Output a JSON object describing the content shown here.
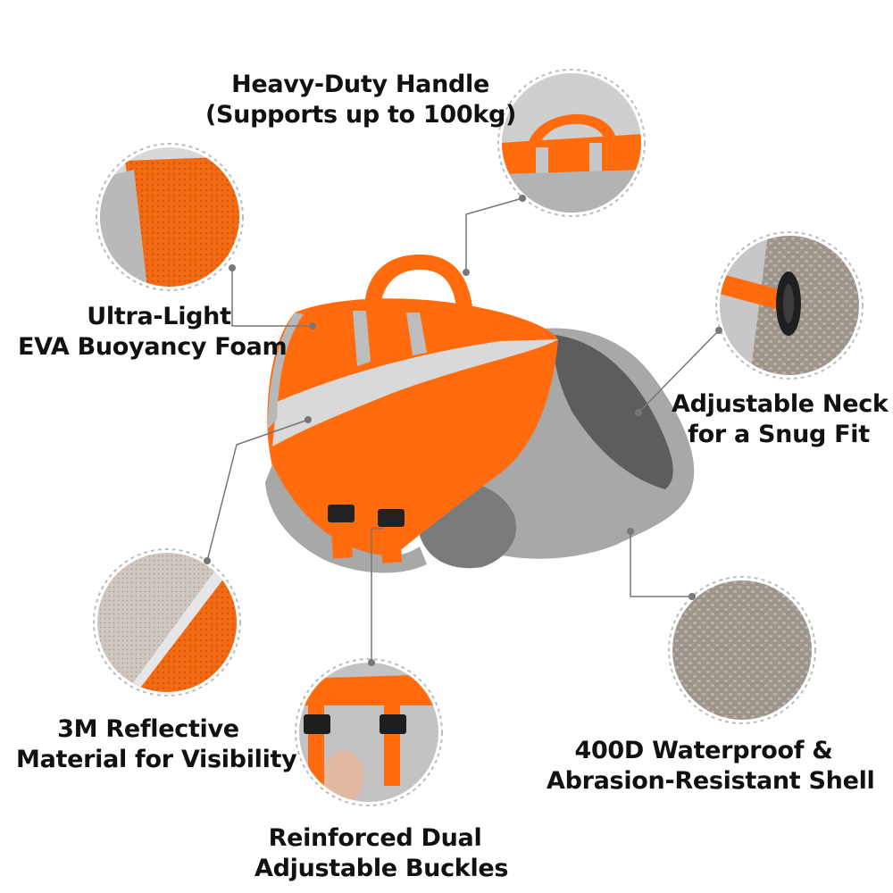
{
  "features": {
    "handle": {
      "line1": "Heavy-Duty Handle",
      "line2": "(Supports up to 100kg)"
    },
    "foam": {
      "line1": "Ultra-Light",
      "line2": "EVA Buoyancy Foam"
    },
    "neck": {
      "line1": "Adjustable Neck",
      "line2": "for a Snug Fit"
    },
    "reflective": {
      "line1": "3M Reflective",
      "line2": "Material for Visibility"
    },
    "shell": {
      "line1": "400D Waterproof &",
      "line2": "Abrasion-Resistant Shell"
    },
    "buckles": {
      "line1": "Reinforced Dual",
      "line2": "Adjustable Buckles"
    }
  },
  "colors": {
    "accent_orange": "#ff6b0d",
    "shell_grey": "#a9a9a9",
    "reflective_grey": "#d6d6d6",
    "leader_line": "#777777",
    "ring_dash": "#bdbdbd"
  }
}
